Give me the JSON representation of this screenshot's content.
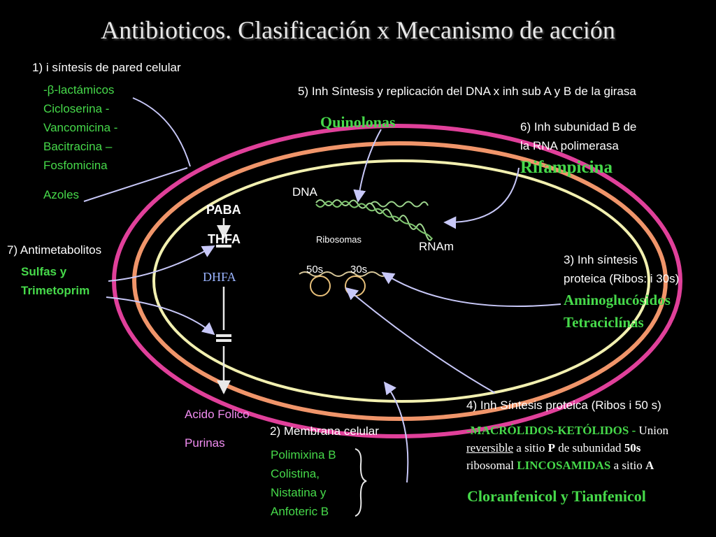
{
  "title": "Antibioticos. Clasificación x Mecanismo de acción",
  "section1": {
    "heading": "1) i síntesis de pared celular",
    "items": [
      "-β-lactámicos",
      "Cicloserina    -",
      "Vancomicina -",
      "Bacitracina    –",
      "Fosfomicina"
    ],
    "extra": "Azoles"
  },
  "section5": {
    "heading": "5) Inh Síntesis y replicación del DNA x inh sub A y B de la girasa",
    "drug": "Quinolonas"
  },
  "section6": {
    "heading_line1": "6) Inh subunidad B de",
    "heading_line2": "la RNA polimerasa",
    "drug": "Rifampicina"
  },
  "section7": {
    "heading": "7) Antimetabolitos",
    "drug_line1": "Sulfas y",
    "drug_line2": "Trimetoprim"
  },
  "section3": {
    "heading_line1": "3) Inh síntesis",
    "heading_line2": "proteica (Ribos: i 30s)",
    "drug_line1": "Aminoglucósidos",
    "drug_line2": "Tetraciclínas"
  },
  "section4": {
    "heading": "4) Inh Síntesis proteica (Ribos i 50 s)",
    "line1_a": "-MACRÓLIDOS-KETÓLIDOS -",
    "line1_b": " Union",
    "line2_a": "reversible",
    "line2_b": " a sitio ",
    "line2_c": "P",
    "line2_d": " de subunidad ",
    "line2_e": "50s",
    "line3_a": "ribosomal  ",
    "line3_b": "LINCOSAMIDAS",
    "line3_c": " a sitio ",
    "line3_d": "A",
    "drug": "Cloranfenicol y Tianfenicol"
  },
  "section2": {
    "heading": "2) Membrana celular",
    "items": [
      "Polimixina B",
      "Colistina,",
      "Nistatina y",
      "Anfoteric B"
    ]
  },
  "cell": {
    "paba": "PABA",
    "thfa": "THFA",
    "dhfa": "DHFA",
    "dna": "DNA",
    "rnam": "RNAm",
    "ribosomas": "Ribosomas",
    "r50": "50s",
    "r30": "30s",
    "acido_folico": "Acido Folico",
    "purinas": "Purinas"
  },
  "colors": {
    "outer_ring": "#e0409a",
    "middle_ring": "#f0956a",
    "inner_ring": "#f2f0b0",
    "green_text": "#46d94a",
    "pink_text": "#f08cf0",
    "arrow": "#b8b8f0"
  }
}
